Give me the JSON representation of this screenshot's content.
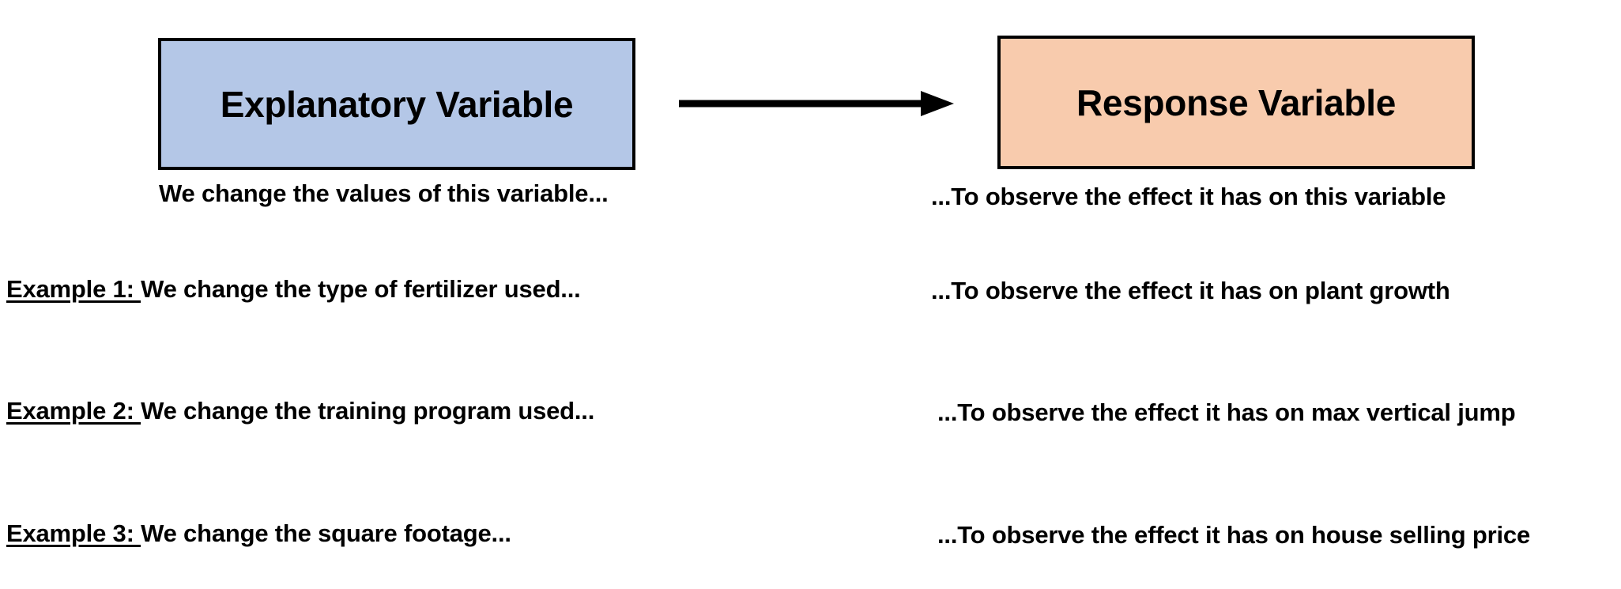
{
  "diagram": {
    "explanatory_box": {
      "label": "Explanatory Variable",
      "fill_color": "#b4c7e7",
      "border_color": "#000000"
    },
    "response_box": {
      "label": "Response Variable",
      "fill_color": "#f8cbad",
      "border_color": "#000000"
    },
    "arrow": {
      "name": "arrow-right-icon",
      "color": "#000000",
      "direction": "left-to-right"
    },
    "captions": {
      "left": "We change the values of this variable...",
      "right": "...To observe the effect it has on this variable"
    },
    "examples": [
      {
        "label": "Example 1: ",
        "left": "We change the type of fertilizer used...",
        "right": "...To observe the effect it has on plant growth"
      },
      {
        "label": "Example 2: ",
        "left": "We change the training program used...",
        "right": "...To observe the effect it has on max vertical jump"
      },
      {
        "label": "Example 3: ",
        "left": "We change the square footage...",
        "right": "...To observe the effect it has on house selling price"
      }
    ]
  }
}
